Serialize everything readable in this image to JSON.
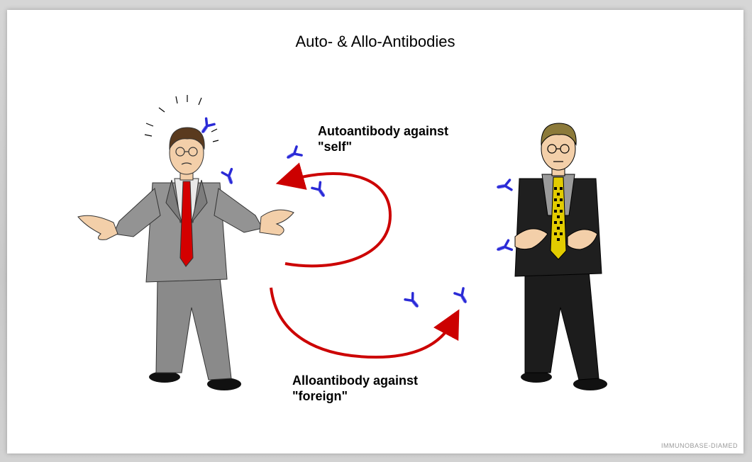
{
  "title": "Auto- & Allo-Antibodies",
  "labels": {
    "autoantibody_line1": "Autoantibody against",
    "autoantibody_line2": "\"self\"",
    "alloantibody_line1": "Alloantibody against",
    "alloantibody_line2": "\"foreign\""
  },
  "watermark": "IMMUNOBASE-DIAMED",
  "colors": {
    "arrow": "#cc0000",
    "antibody": "#2a2ad6",
    "left_suit": "#8e8e8e",
    "right_suit": "#1a1a1a",
    "left_tie": "#d40000",
    "right_tie": "#d8c400"
  },
  "icons": [
    "antibody-icon",
    "person-left-icon",
    "person-right-icon",
    "curved-arrow-icon"
  ]
}
